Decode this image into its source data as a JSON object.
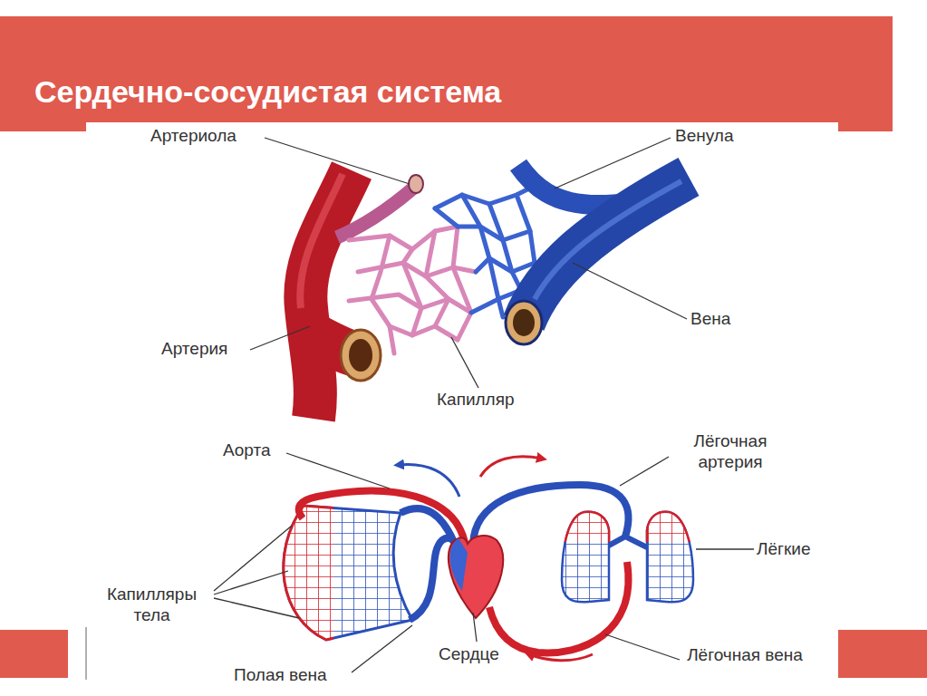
{
  "diagram": {
    "title": "Сердечно-сосудистая система",
    "labels": [
      "Артериола",
      "Венула",
      "Артерия",
      "Вена",
      "Капилляр",
      "Аорта",
      "Лёгочная артерия",
      "Лёгкие",
      "Капилляры тела",
      "Сердце",
      "Полая вена",
      "Лёгочная вена"
    ]
  }
}
